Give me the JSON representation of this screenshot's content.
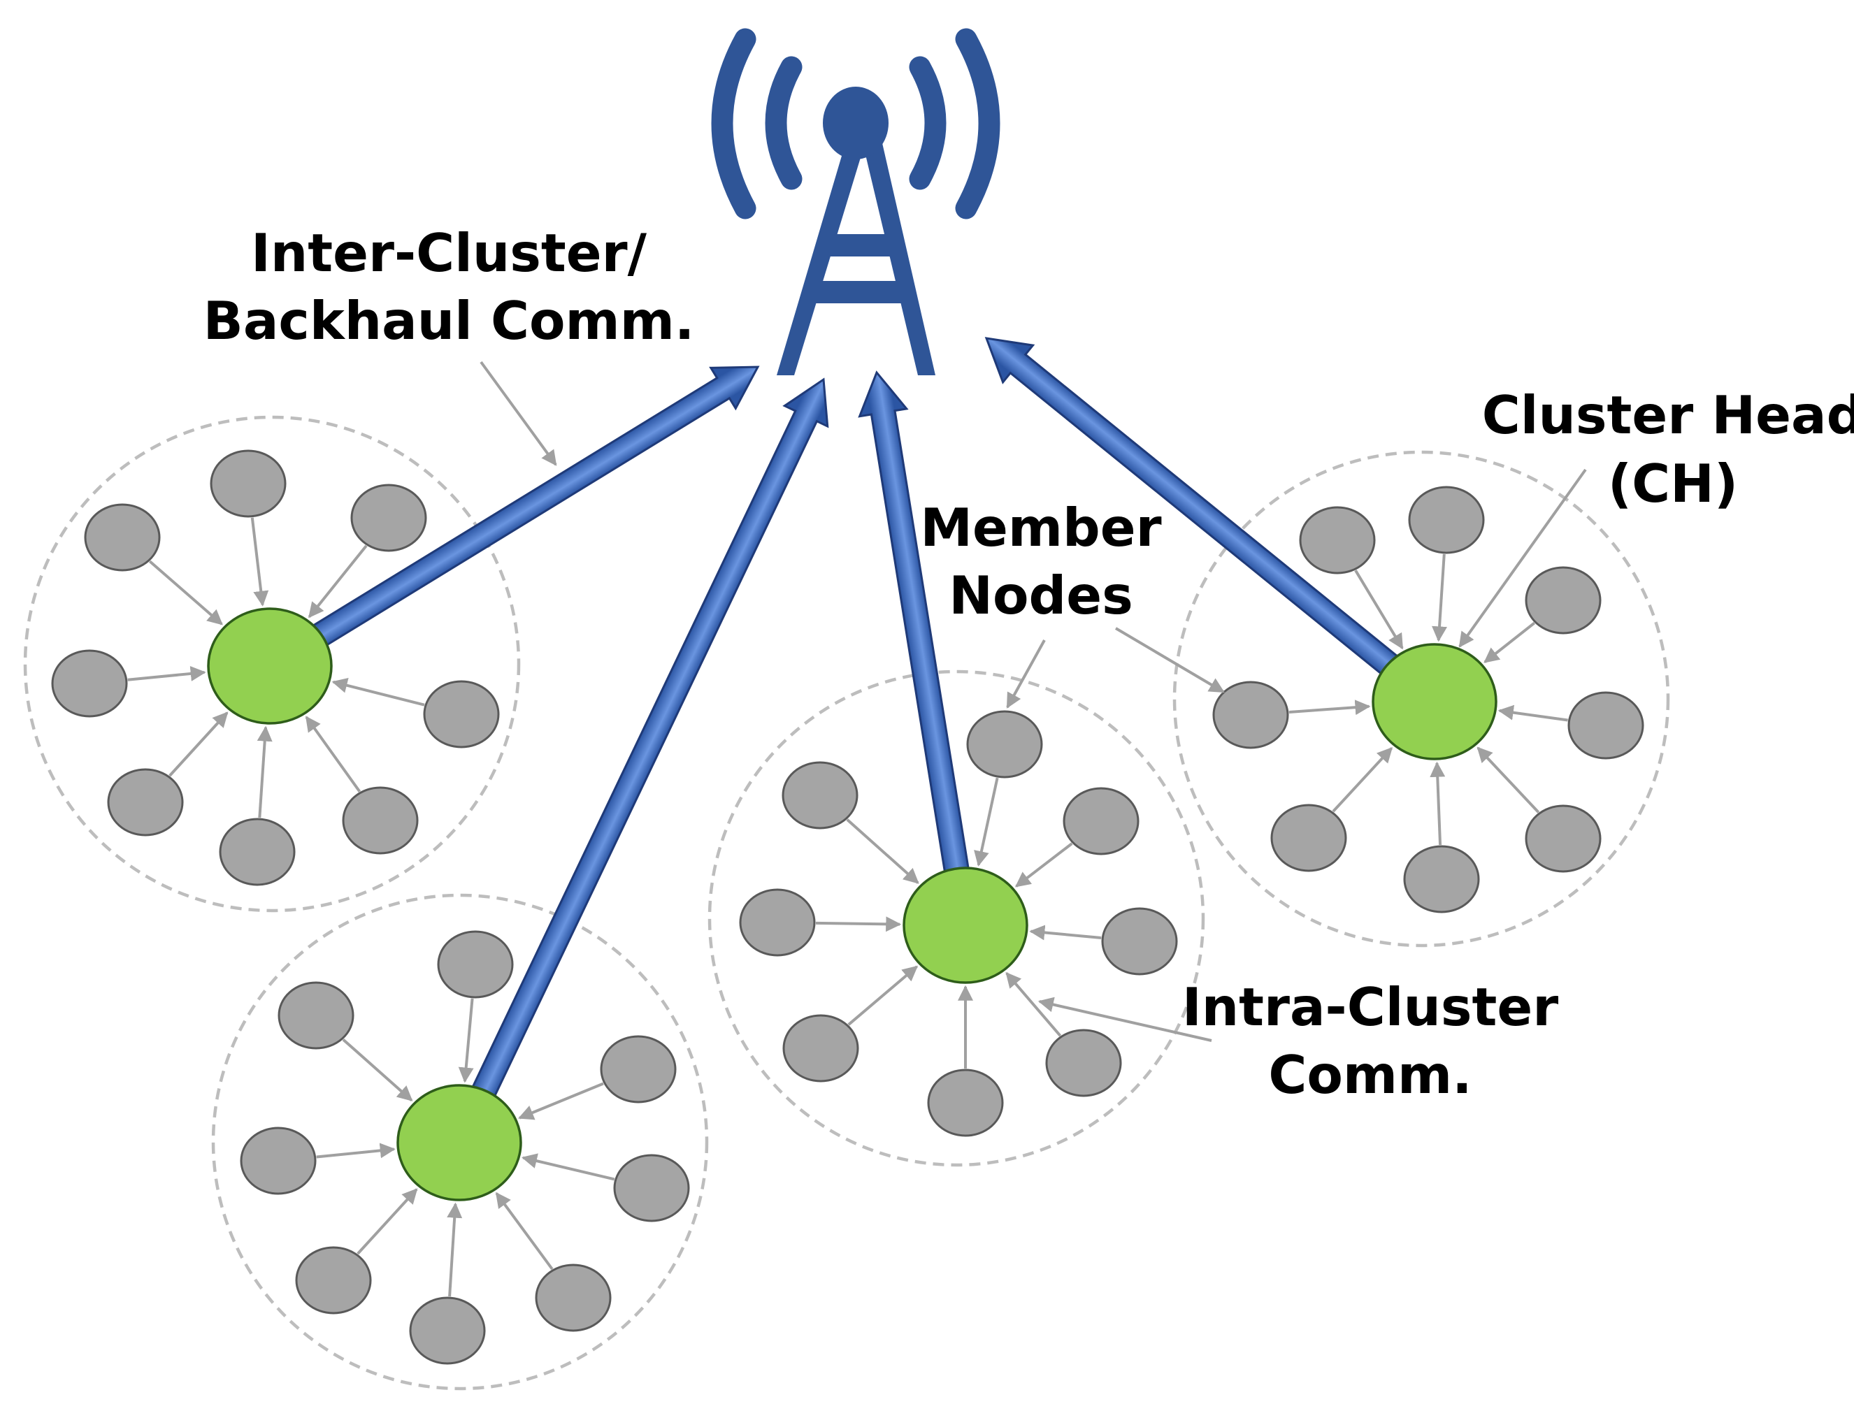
{
  "labels": {
    "inter_cluster": [
      "Inter-Cluster/",
      "Backhaul Comm."
    ],
    "cluster_head": [
      "Cluster Head",
      "(CH)"
    ],
    "member_nodes": [
      "Member",
      "Nodes"
    ],
    "intra_cluster": [
      "Intra-Cluster",
      "Comm."
    ]
  },
  "icons": {
    "base_station": "cell-tower-icon"
  },
  "clusters": [
    {
      "name": "cluster-1",
      "member_count": 8
    },
    {
      "name": "cluster-2",
      "member_count": 8
    },
    {
      "name": "cluster-3",
      "member_count": 8
    },
    {
      "name": "cluster-4",
      "member_count": 8
    }
  ],
  "colors": {
    "cluster_head": "#92d050",
    "member_node": "#a5a5a5",
    "backhaul_link": "#4472c4",
    "tower": "#2f5597",
    "boundary": "#bdbdbd"
  }
}
